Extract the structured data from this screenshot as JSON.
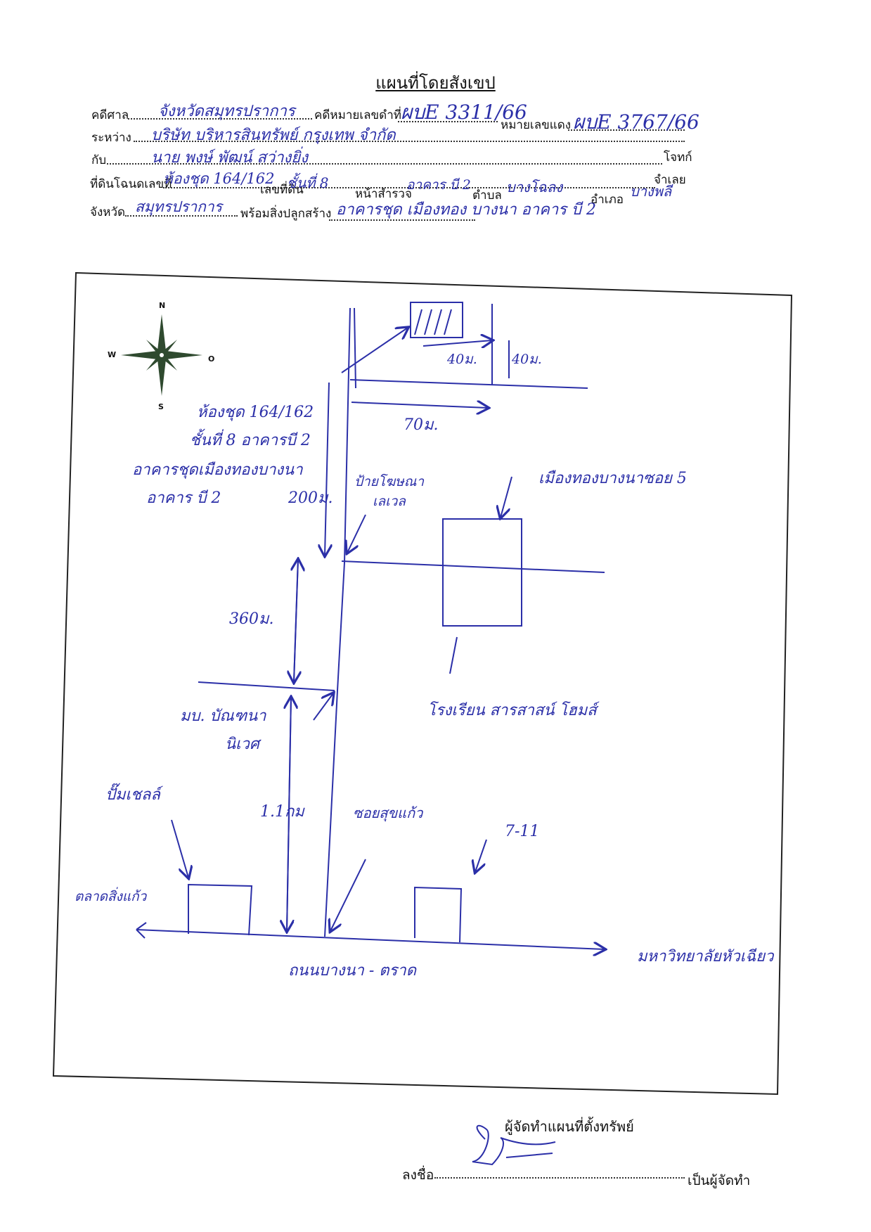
{
  "title": "แผนที่โดยสังเขป",
  "header": {
    "court_label": "คดีศาล",
    "court_value": "จังหวัดสมุทรปราการ",
    "case_black_label": "คดีหมายเลขดำที่",
    "case_black_value": "ผบE 3311/66",
    "case_red_label": "หมายเลขแดง",
    "case_red_value": "ผบE 3767/66",
    "between_label": "ระหว่าง",
    "between_value": "บริษัท บริหารสินทรัพย์ กรุงเทพ จำกัด",
    "with_label": "กับ",
    "with_value": "นาย พงษ์ พัฒน์ สว่างยิ่ง",
    "plaintiff_label": "โจทก์",
    "defendant_label": "จำเลย",
    "deed_label": "ที่ดินโฉนดเลขที่",
    "deed_value": "ห้องชุด 164/162",
    "land_no_label": "เลขที่ดิน",
    "land_no_value": "ชั้นที่ 8",
    "survey_label": "หน้าสำรวจ",
    "survey_value": "อาคาร บี 2",
    "subdistrict_label": "ตำบล",
    "subdistrict_value": "บางโฉลง",
    "district_label": "อำเภอ",
    "district_value": "บางพลี",
    "province_label": "จังหวัด",
    "province_value": "สมุทรปราการ",
    "building_label": "พร้อมสิ่งปลูกสร้าง",
    "building_value": "อาคารชุด เมืองทอง บางนา อาคาร บี 2"
  },
  "compass": {
    "n": "N",
    "s": "S",
    "w": "W",
    "e": "O"
  },
  "map": {
    "unit_label": "ห้องชุด 164/162",
    "unit_label2": "ชั้นที่ 8 อาคารบี 2",
    "condo_label": "อาคารชุดเมืองทองบางนา",
    "condo_label2": "อาคาร บี 2",
    "dim_40a": "40ม.",
    "dim_40b": "40ม.",
    "dim_70": "70ม.",
    "dim_200": "200ม.",
    "dim_360": "360ม.",
    "dim_11km": "1.1กม",
    "sign_label": "ป้ายโฆษณา",
    "sign_label2": "เลเวล",
    "village5": "เมืองทองบางนาซอย 5",
    "school": "โรงเรียน สารสาสน์ โฮมส์",
    "village_bn": "มบ. บัณฑนา",
    "village_bn2": "นิเวศ",
    "big_c": "ปั๊มเชลล์",
    "market": "ตลาดสิ่งแก้ว",
    "soi": "ซอยสุขแก้ว",
    "seven": "7-11",
    "road": "ถนนบางนา - ตราด",
    "university": "มหาวิทยาลัยหัวเฉียว"
  },
  "footer": {
    "maker_title": "ผู้จัดทำแผนที่ตั้งทรัพย์",
    "sign_label": "ลงชื่อ",
    "maker_suffix": "เป็นผู้จัดทำ"
  },
  "colors": {
    "ink": "#2b2fa8",
    "print": "#111111",
    "compass": "#2f4a2f"
  }
}
